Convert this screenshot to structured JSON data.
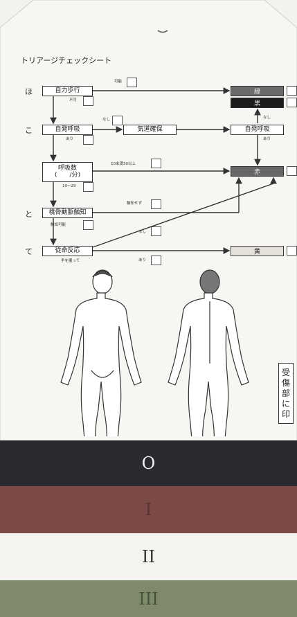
{
  "title": "トリアージチェックシート",
  "steps": {
    "ho": {
      "mark": "ほ",
      "box": "自力歩行",
      "yes": "可能",
      "no": "不可"
    },
    "ko": {
      "mark": "こ",
      "box": "自発呼吸",
      "yes": "なし",
      "no": "あり",
      "airway": "気道確保",
      "resp": "自発呼吸",
      "resp_yes": "なし",
      "resp_no": "あり"
    },
    "rr": {
      "box_line1": "呼吸数",
      "box_line2": "(　　/分)",
      "yes": "10未満30以上",
      "no": "10〜29"
    },
    "to": {
      "mark": "と",
      "box": "橈骨動脈触知",
      "yes": "触知せず",
      "no": "触知可能"
    },
    "te": {
      "mark": "て",
      "box": "従命反応",
      "yes": "なし",
      "no": "手を握って",
      "no2": "あり"
    }
  },
  "results": {
    "green": "緑",
    "black": "黒",
    "red": "赤",
    "yellow": "黄"
  },
  "injury_label": [
    "受",
    "傷",
    "部",
    "に",
    "印"
  ],
  "bands": [
    {
      "label": "O",
      "color": "#2a2a2e",
      "text_color": "#f2f2f2"
    },
    {
      "label": "I",
      "color": "#7b4a47",
      "text_color": "#5a3230"
    },
    {
      "label": "II",
      "color": "#f4f3ef",
      "text_color": "#333333"
    },
    {
      "label": "III",
      "color": "#7f8a6d",
      "text_color": "#44503a"
    }
  ]
}
